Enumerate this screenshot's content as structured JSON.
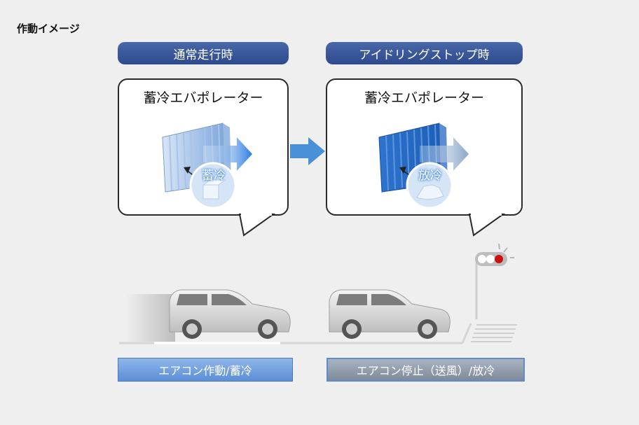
{
  "title": "作動イメージ",
  "header_left": "通常走行時",
  "header_right": "アイドリングストップ時",
  "bubble_left_label": "蓄冷エバポレーター",
  "bubble_right_label": "蓄冷エバポレーター",
  "badge_left": "蓄冷",
  "badge_right": "放冷",
  "label_left": "エアコン作動/蓄冷",
  "label_right": "エアコン停止（送風）/放冷",
  "colors": {
    "header": "#2c4a8c",
    "arrow": "#4a90d9",
    "evaporator": "#3f7fd0",
    "signal_red": "#cc1111"
  },
  "icons": [
    "evaporator-icon",
    "cold-air-arrow-icon",
    "process-arrow-icon",
    "car-icon",
    "traffic-signal-icon",
    "ice-icon",
    "melting-ice-icon",
    "stop-line-icon"
  ]
}
